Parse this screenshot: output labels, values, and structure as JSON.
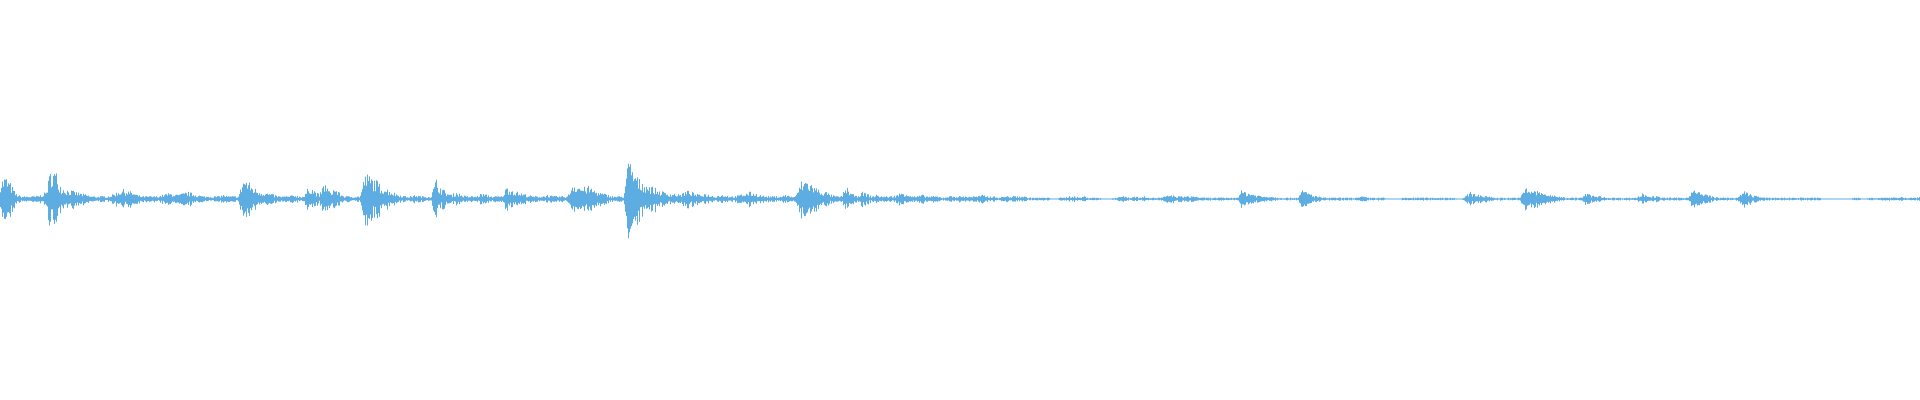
{
  "waveform": {
    "color": "#5dade2",
    "background": "#ffffff",
    "envelope": [
      0.13,
      0.16,
      0.11,
      0.04,
      0.02,
      0.02,
      0.02,
      0.02,
      0.03,
      0.05,
      0.22,
      0.19,
      0.09,
      0.07,
      0.06,
      0.05,
      0.04,
      0.03,
      0.02,
      0.02,
      0.02,
      0.02,
      0.03,
      0.05,
      0.07,
      0.06,
      0.05,
      0.03,
      0.02,
      0.02,
      0.02,
      0.02,
      0.03,
      0.04,
      0.04,
      0.03,
      0.04,
      0.05,
      0.04,
      0.03,
      0.02,
      0.02,
      0.02,
      0.02,
      0.03,
      0.02,
      0.02,
      0.02,
      0.15,
      0.12,
      0.08,
      0.06,
      0.05,
      0.04,
      0.03,
      0.02,
      0.02,
      0.02,
      0.03,
      0.02,
      0.02,
      0.1,
      0.06,
      0.03,
      0.12,
      0.05,
      0.08,
      0.04,
      0.02,
      0.02,
      0.02,
      0.02,
      0.18,
      0.16,
      0.14,
      0.1,
      0.08,
      0.06,
      0.04,
      0.03,
      0.02,
      0.02,
      0.03,
      0.02,
      0.02,
      0.02,
      0.14,
      0.08,
      0.05,
      0.03,
      0.05,
      0.03,
      0.02,
      0.02,
      0.02,
      0.04,
      0.03,
      0.02,
      0.02,
      0.02,
      0.09,
      0.07,
      0.05,
      0.04,
      0.03,
      0.02,
      0.02,
      0.02,
      0.03,
      0.02,
      0.02,
      0.02,
      0.02,
      0.12,
      0.1,
      0.08,
      0.09,
      0.07,
      0.05,
      0.04,
      0.03,
      0.02,
      0.02,
      0.02,
      0.28,
      0.2,
      0.14,
      0.12,
      0.1,
      0.08,
      0.06,
      0.05,
      0.04,
      0.04,
      0.03,
      0.05,
      0.06,
      0.04,
      0.03,
      0.04,
      0.03,
      0.02,
      0.03,
      0.03,
      0.02,
      0.02,
      0.03,
      0.04,
      0.05,
      0.04,
      0.03,
      0.02,
      0.02,
      0.02,
      0.02,
      0.03,
      0.02,
      0.02,
      0.12,
      0.14,
      0.11,
      0.08,
      0.06,
      0.05,
      0.03,
      0.02,
      0.02,
      0.09,
      0.04,
      0.02,
      0.05,
      0.04,
      0.02,
      0.03,
      0.02,
      0.02,
      0.02,
      0.03,
      0.05,
      0.04,
      0.02,
      0.02,
      0.03,
      0.02,
      0.02,
      0.02,
      0.01,
      0.02,
      0.02,
      0.02,
      0.02,
      0.02,
      0.02,
      0.02,
      0.03,
      0.02,
      0.02,
      0.01,
      0.02,
      0.02,
      0.02,
      0.02,
      0.02,
      0.01,
      0.01,
      0.01,
      0.01,
      0.01,
      0.0,
      0.01,
      0.01,
      0.02,
      0.02,
      0.01,
      0.02,
      0.01,
      0.01,
      0.01,
      0.0,
      0.0,
      0.01,
      0.02,
      0.02,
      0.01,
      0.02,
      0.01,
      0.02,
      0.01,
      0.01,
      0.01,
      0.02,
      0.03,
      0.02,
      0.02,
      0.02,
      0.02,
      0.02,
      0.01,
      0.01,
      0.01,
      0.01,
      0.01,
      0.01,
      0.01,
      0.01,
      0.06,
      0.05,
      0.04,
      0.03,
      0.02,
      0.02,
      0.02,
      0.01,
      0.01,
      0.01,
      0.01,
      0.01,
      0.06,
      0.05,
      0.03,
      0.02,
      0.01,
      0.01,
      0.01,
      0.01,
      0.01,
      0.01,
      0.01,
      0.01,
      0.02,
      0.01,
      0.01,
      0.01,
      0.01,
      0.0,
      0.0,
      0.0,
      0.01,
      0.01,
      0.01,
      0.01,
      0.01,
      0.01,
      0.01,
      0.01,
      0.01,
      0.01,
      0.01,
      0.0,
      0.01,
      0.05,
      0.04,
      0.03,
      0.02,
      0.02,
      0.01,
      0.01,
      0.01,
      0.01,
      0.01,
      0.01,
      0.08,
      0.07,
      0.06,
      0.05,
      0.04,
      0.03,
      0.02,
      0.02,
      0.01,
      0.01,
      0.01,
      0.01,
      0.04,
      0.03,
      0.02,
      0.02,
      0.01,
      0.01,
      0.01,
      0.01,
      0.01,
      0.01,
      0.01,
      0.04,
      0.03,
      0.02,
      0.02,
      0.01,
      0.01,
      0.01,
      0.01,
      0.01,
      0.01,
      0.07,
      0.05,
      0.04,
      0.03,
      0.02,
      0.01,
      0.01,
      0.01,
      0.01,
      0.01,
      0.06,
      0.04,
      0.03,
      0.02,
      0.01,
      0.01,
      0.01,
      0.01,
      0.01,
      0.01,
      0.01,
      0.01,
      0.01,
      0.01,
      0.01,
      0.01,
      0.0,
      0.0,
      0.0,
      0.0,
      0.0,
      0.0,
      0.01,
      0.01,
      0.0,
      0.01,
      0.01,
      0.01,
      0.01,
      0.01,
      0.01,
      0.02,
      0.01,
      0.01,
      0.01,
      0.02
    ]
  }
}
